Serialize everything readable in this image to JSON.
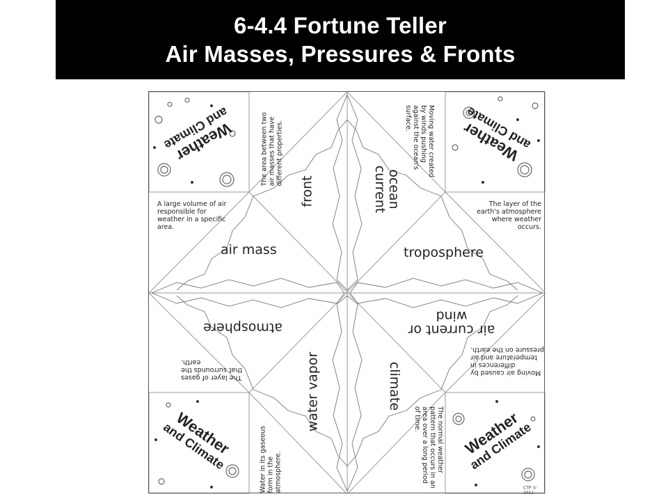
{
  "title": {
    "line1": "6-4.4 Fortune Teller",
    "line2": "Air Masses, Pressures & Fronts"
  },
  "corner_badges": {
    "top_left": [
      "Weather",
      "and Climate"
    ],
    "top_right": [
      "Weather",
      "and Climate"
    ],
    "bottom_left": [
      "Weather",
      "and Climate"
    ],
    "bottom_right": [
      "Weather",
      "and Climate"
    ]
  },
  "terms": {
    "front": "front",
    "ocean_current": "ocean current",
    "air_mass": "air mass",
    "troposphere": "troposphere",
    "atmosphere": "atmosphere",
    "air_current": "air current or wind",
    "water_vapor": "water vapor",
    "climate": "climate"
  },
  "definitions": {
    "front": "The area between two air masses that have different properties.",
    "ocean_current": "Moving water created by winds pushing against the ocean's surface.",
    "air_mass": "A large volume of air responsible for weather in a specific area.",
    "troposphere": "The layer of the earth's atmosphere where weather occurs.",
    "atmosphere": "The layer of gases that surrounds the earth.",
    "air_current": "Moving air caused by differences in temperature and air pressure on the earth.",
    "water_vapor": "Water in its gaseous form in the atmosphere.",
    "climate": "The normal weather pattern that occurs in an area over a long period of time."
  },
  "copyright": "CTP © 2011"
}
